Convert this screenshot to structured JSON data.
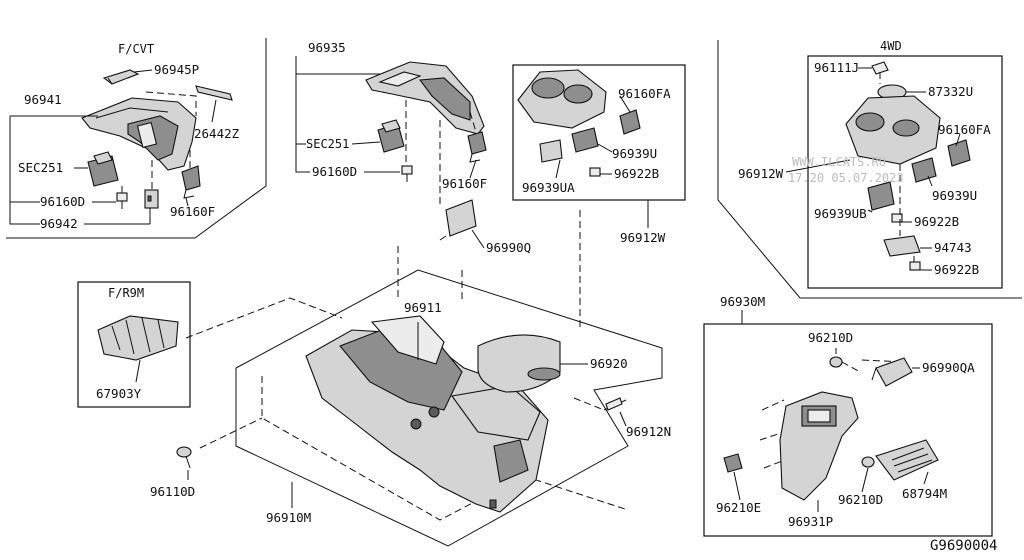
{
  "diagram": {
    "sections": {
      "fcvt": "F/CVT",
      "fr9m": "F/R9M",
      "wd4": "4WD"
    },
    "parts": {
      "p96941": "96941",
      "p96945P": "96945P",
      "p26442Z": "26442Z",
      "sec251_a": "SEC251",
      "p96160D_a": "96160D",
      "p96942": "96942",
      "p96160F_a": "96160F",
      "p96935": "96935",
      "sec251_b": "SEC251",
      "p96160D_b": "96160D",
      "p96160F_b": "96160F",
      "p96990Q": "96990Q",
      "p96160FA_a": "96160FA",
      "p96939U_a": "96939U",
      "p96939UA": "96939UA",
      "p96922B_a": "96922B",
      "p96912W_a": "96912W",
      "p96111J": "96111J",
      "p87332U": "87332U",
      "p96160FA_b": "96160FA",
      "p96912W_b": "96912W",
      "p96939U_b": "96939U",
      "p96939UB": "96939UB",
      "p96922B_b": "96922B",
      "p94743": "94743",
      "p96922B_c": "96922B",
      "p67903Y": "67903Y",
      "p96911": "96911",
      "p96920": "96920",
      "p96912N": "96912N",
      "p96110D": "96110D",
      "p96910M": "96910M",
      "p96930M": "96930M",
      "p96210D_a": "96210D",
      "p96990QA": "96990QA",
      "p96210E": "96210E",
      "p96931P": "96931P",
      "p96210D_b": "96210D",
      "p68794M": "68794M"
    },
    "watermark_line1": "WWW.ILCATS.RU",
    "watermark_line2": "17.20 05.07.2023",
    "diagram_code": "G9690004"
  }
}
